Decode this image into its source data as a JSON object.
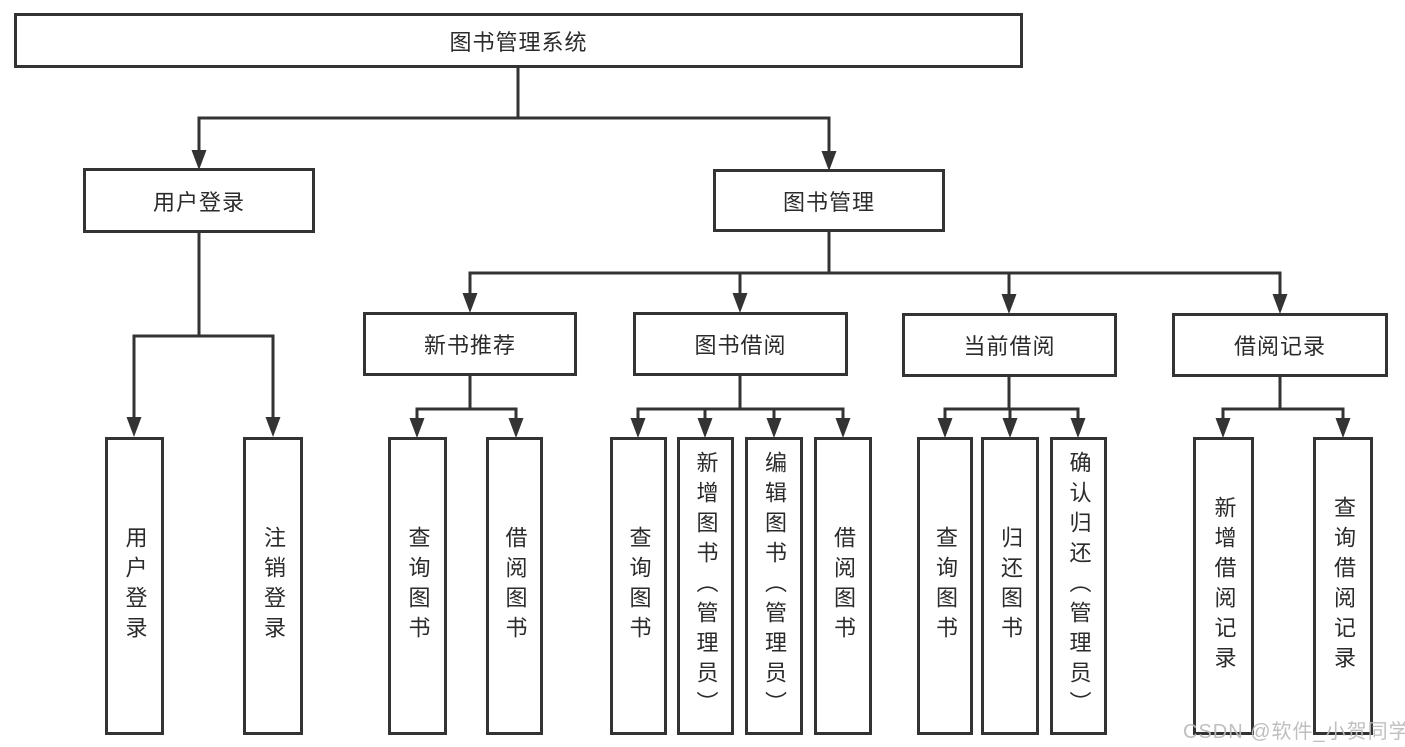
{
  "colors": {
    "line": "#333333",
    "box_border": "#333333",
    "box_background": "#ffffff",
    "text": "#2b2b2b",
    "watermark": "#bcbcbc",
    "background": "#ffffff"
  },
  "nodes": {
    "root": "图书管理系统",
    "level2": {
      "user_login": "用户登录",
      "book_management": "图书管理"
    },
    "level3": {
      "new_book_recommend": "新书推荐",
      "book_borrow": "图书借阅",
      "current_borrow": "当前借阅",
      "borrow_records": "借阅记录"
    },
    "user_login_children": [
      "用户登录",
      "注销登录"
    ],
    "new_book_recommend_children": [
      "查询图书",
      "借阅图书"
    ],
    "book_borrow_children": [
      "查询图书",
      "新增图书（管理员）",
      "编辑图书（管理员）",
      "借阅图书"
    ],
    "current_borrow_children": [
      "查询图书",
      "归还图书",
      "确认归还（管理员）"
    ],
    "borrow_records_children": [
      "新增借阅记录",
      "查询借阅记录"
    ]
  },
  "watermark": "CSDN @软件_小贺同学"
}
